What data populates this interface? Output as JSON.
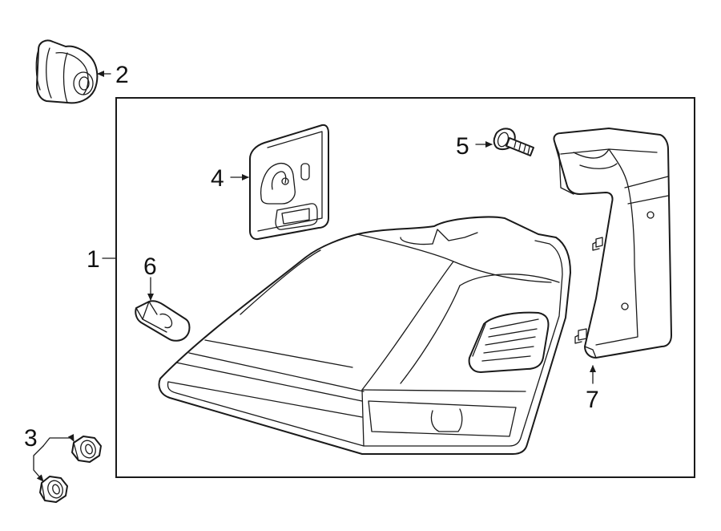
{
  "callouts": {
    "c1": "1",
    "c2": "2",
    "c3": "3",
    "c4": "4",
    "c5": "5",
    "c6": "6",
    "c7": "7"
  },
  "parts": [
    {
      "number": "1",
      "icon": "tail-lamp-assembly-icon"
    },
    {
      "number": "2",
      "icon": "bulb-socket-icon"
    },
    {
      "number": "3",
      "icon": "nut-icon"
    },
    {
      "number": "4",
      "icon": "reflector-bracket-icon"
    },
    {
      "number": "5",
      "icon": "bolt-icon"
    },
    {
      "number": "6",
      "icon": "wedge-bulb-icon"
    },
    {
      "number": "7",
      "icon": "lamp-housing-bracket-icon"
    }
  ],
  "colors": {
    "line": "#1a1a1a",
    "background": "#ffffff"
  }
}
